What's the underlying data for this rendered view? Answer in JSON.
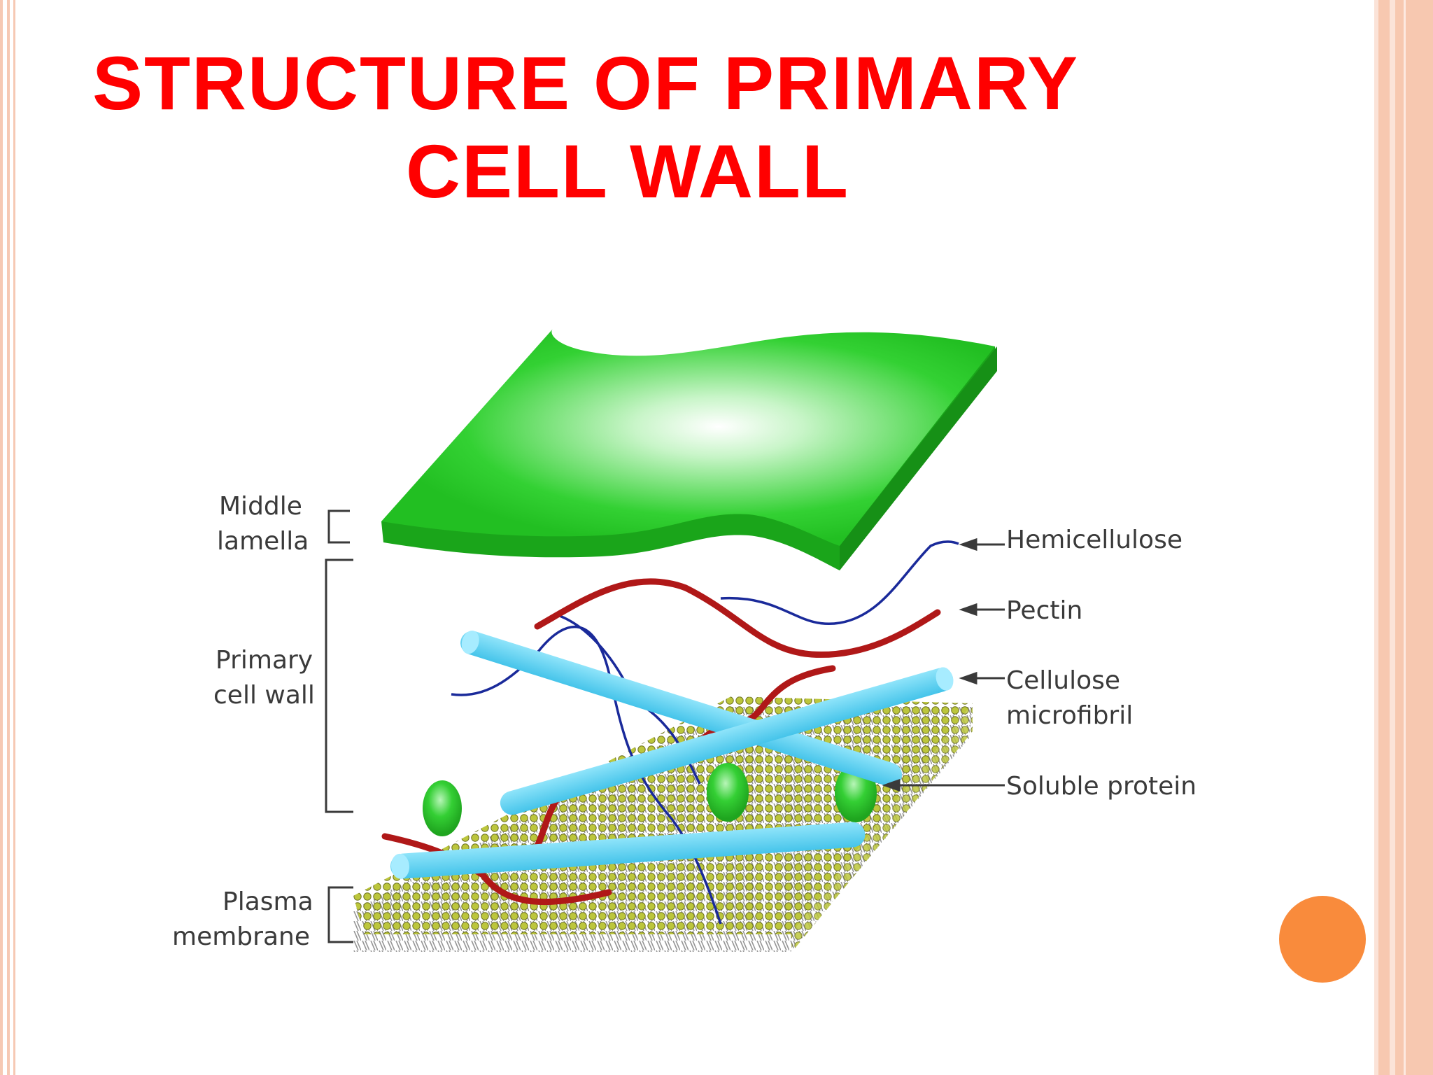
{
  "slide": {
    "title_line1": "STRUCTURE OF PRIMARY",
    "title_line2": "CELL WALL"
  },
  "diagram": {
    "left_labels": {
      "middle_lamella_1": "Middle",
      "middle_lamella_2": "lamella",
      "primary_cell_wall_1": "Primary",
      "primary_cell_wall_2": "cell wall",
      "plasma_membrane_1": "Plasma",
      "plasma_membrane_2": "membrane"
    },
    "right_labels": {
      "hemicellulose": "Hemicellulose",
      "pectin": "Pectin",
      "cellulose_1": "Cellulose",
      "cellulose_2": "microfibril",
      "soluble_protein": "Soluble protein"
    },
    "colors": {
      "middle_lamella": "#2fd12f",
      "cellulose": "#5fd0f0",
      "pectin": "#b01818",
      "hemicellulose": "#1a2a9a",
      "membrane_heads": "#b9c23a",
      "protein": "#2ec82e"
    }
  },
  "decor": {
    "accent_circle_color": "#f98b3c"
  }
}
